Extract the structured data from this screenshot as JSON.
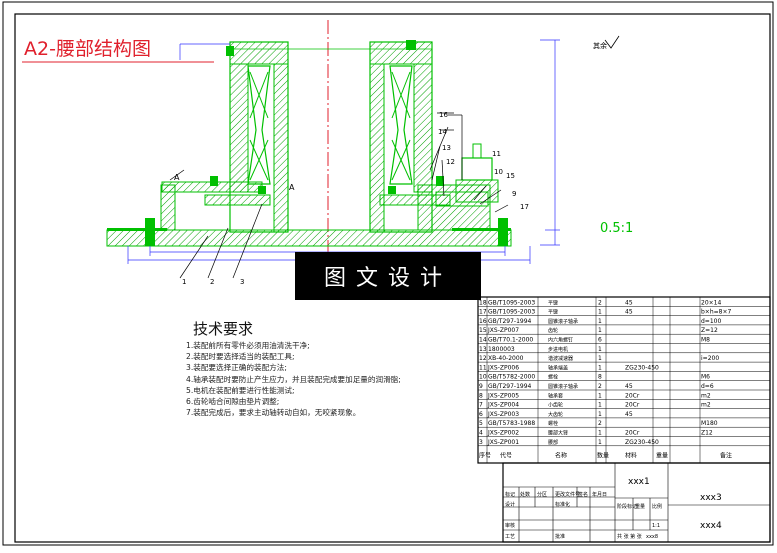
{
  "title": "A2-腰部结构图",
  "banner": "图文设计",
  "scale": "0.5:1",
  "roughness_other": "其余",
  "tech": {
    "title": "技术要求",
    "items": [
      "1.装配前所有零件必须用油清洗干净;",
      "2.装配时要选择适当的装配工具;",
      "3.装配要选择正确的装配方法;",
      "4.轴承装配时要防止产生应力，并且装配完成要加足量的润滑脂;",
      "5.电机在装配前要进行性能测试;",
      "6.齿轮啮合间隙由垫片调整;",
      "7.装配完成后，要求主动轴转动自如，无咬紧现象。"
    ]
  },
  "callouts": [
    "1",
    "2",
    "3",
    "9",
    "10",
    "11",
    "12",
    "13",
    "14",
    "15",
    "16",
    "17"
  ],
  "bom": [
    {
      "no": "18",
      "code": "GB/T1095-2003",
      "name": "平键",
      "qty": "2",
      "mat": "45",
      "note": "20×14"
    },
    {
      "no": "17",
      "code": "GB/T1095-2003",
      "name": "平键",
      "qty": "1",
      "mat": "45",
      "note": "b×h=8×7"
    },
    {
      "no": "16",
      "code": "GB/T297-1994",
      "name": "圆锥滚子轴承",
      "qty": "1",
      "mat": "",
      "note": "d=100"
    },
    {
      "no": "15",
      "code": "JXS-ZP007",
      "name": "齿轮",
      "qty": "1",
      "mat": "",
      "note": "Z=12"
    },
    {
      "no": "14",
      "code": "GB/T70.1-2000",
      "name": "内六角螺钉",
      "qty": "6",
      "mat": "",
      "note": "M8"
    },
    {
      "no": "13",
      "code": "1800003",
      "name": "步进电机",
      "qty": "1",
      "mat": "",
      "note": ""
    },
    {
      "no": "12",
      "code": "XB-40-2000",
      "name": "谐波减速器",
      "qty": "1",
      "mat": "",
      "note": "i=200"
    },
    {
      "no": "11",
      "code": "JXS-ZP006",
      "name": "轴承端盖",
      "qty": "1",
      "mat": "ZG230-450",
      "note": ""
    },
    {
      "no": "10",
      "code": "GB/T5782-2000",
      "name": "螺栓",
      "qty": "8",
      "mat": "",
      "note": "M6"
    },
    {
      "no": "9",
      "code": "GB/T297-1994",
      "name": "圆锥滚子轴承",
      "qty": "2",
      "mat": "45",
      "note": "d=6"
    },
    {
      "no": "8",
      "code": "JXS-ZP005",
      "name": "轴承套",
      "qty": "1",
      "mat": "20Cr",
      "note": "m2"
    },
    {
      "no": "7",
      "code": "JXS-ZP004",
      "name": "小齿轮",
      "qty": "1",
      "mat": "20Cr",
      "note": "m2"
    },
    {
      "no": "6",
      "code": "JXS-ZP003",
      "name": "大齿轮",
      "qty": "1",
      "mat": "45",
      "note": ""
    },
    {
      "no": "5",
      "code": "GB/T5783-1988",
      "name": "螺栓",
      "qty": "2",
      "mat": "",
      "note": "M180"
    },
    {
      "no": "4",
      "code": "JXS-ZP002",
      "name": "腰部大臂",
      "qty": "1",
      "mat": "20Cr",
      "note": "Z12"
    },
    {
      "no": "3",
      "code": "JXS-ZP001",
      "name": "腰部",
      "qty": "1",
      "mat": "ZG230-450",
      "note": ""
    }
  ],
  "bom_header": {
    "no": "序号",
    "code": "代号",
    "name": "名称",
    "qty": "数量",
    "mat": "材料",
    "weight": "重量",
    "note": "备注"
  },
  "title_block": {
    "drawing_name": "xxx1",
    "drawing_no": "xxx3",
    "company": "xxx4",
    "mark": "标记",
    "count": "处数",
    "zone": "分区",
    "change_doc": "更改文件号",
    "sign": "签名",
    "date": "年月日",
    "design": "设计",
    "standard": "标准化",
    "review": "审核",
    "process": "工艺",
    "approve": "批准",
    "stage": "阶段标记",
    "weight": "重量",
    "ratio": "比例",
    "ratio_val": "1:1",
    "sheet_info": "共  张  第  张",
    "xxx": "xxx8"
  },
  "colors": {
    "frame": "#000000",
    "outline": "#00c000",
    "hatch": "#00a000",
    "center": "#e0202c",
    "dim": "#3030ff",
    "text": "#000000"
  }
}
